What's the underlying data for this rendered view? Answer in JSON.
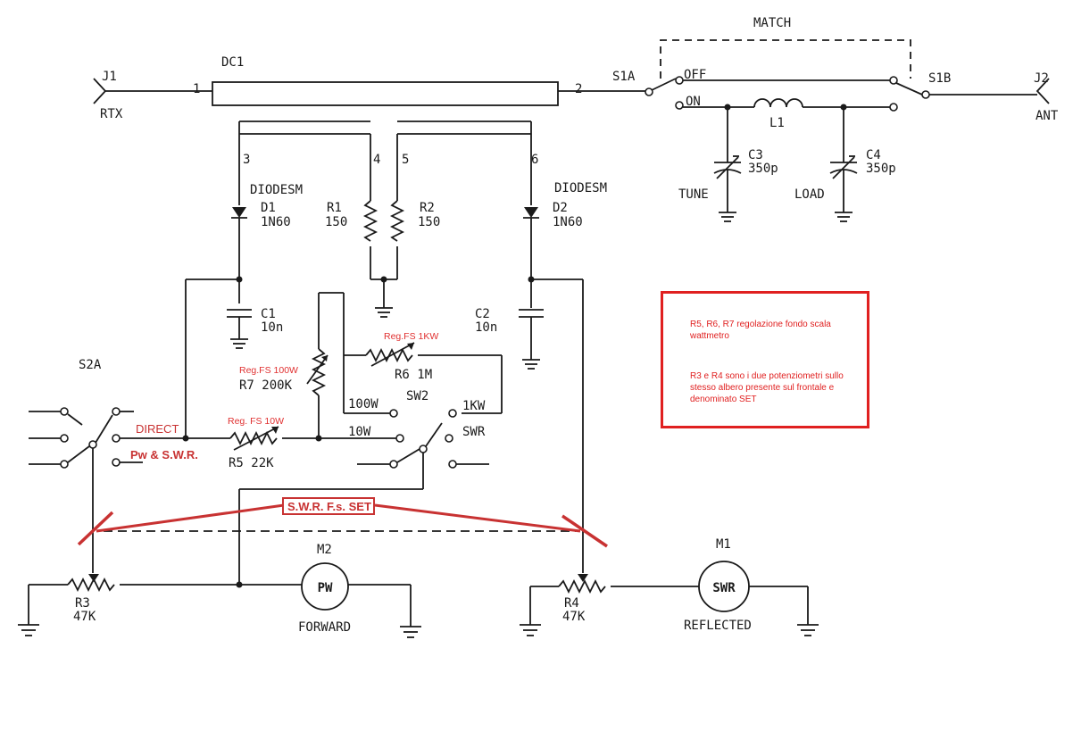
{
  "labels": {
    "j1": "J1",
    "rtx": "RTX",
    "dc1": "DC1",
    "pin1": "1",
    "pin2": "2",
    "pin3": "3",
    "pin4": "4",
    "pin5": "5",
    "pin6": "6",
    "s1a": "S1A",
    "s1b": "S1B",
    "match": "MATCH",
    "off": "OFF",
    "on": "ON",
    "l1": "L1",
    "j2": "J2",
    "ant": "ANT",
    "c3": "C3",
    "c3_val": "350p",
    "c4": "C4",
    "c4_val": "350p",
    "tune": "TUNE",
    "load": "LOAD",
    "diodesm1": "DIODESM",
    "d1": "D1",
    "d1_val": "1N60",
    "diodesm2": "DIODESM",
    "d2": "D2",
    "d2_val": "1N60",
    "r1": "R1",
    "r1_val": "150",
    "r2": "R2",
    "r2_val": "150",
    "c1": "C1",
    "c1_val": "10n",
    "c2": "C2",
    "c2_val": "10n",
    "s2a": "S2A",
    "sw2": "SW2",
    "r6": "R6 1M",
    "r7": "R7 200K",
    "r5": "R5 22K",
    "sw_100w": "100W",
    "sw_1kw": "1KW",
    "sw_10w": "10W",
    "sw_swr": "SWR",
    "m2": "M2",
    "pw": "PW",
    "forward": "FORWARD",
    "m1": "M1",
    "swr": "SWR",
    "reflected": "REFLECTED",
    "r3": "R3",
    "r3_val": "47K",
    "r4": "R4",
    "r4_val": "47K"
  },
  "annotations": {
    "reg_fs_1kw": "Reg.FS 1KW",
    "reg_fs_100w": "Reg.FS 100W",
    "reg_fs_10w": "Reg. FS 10W",
    "direct": "DIRECT",
    "pw_swr": "Pw & S.W.R.",
    "swr_fs_set": "S.W.R. F.s. SET"
  },
  "note": {
    "line1": "R5, R6, R7 regolazione fondo scala wattmetro",
    "line2": "R3 e R4 sono i due potenziometri sullo stesso albero presente sul frontale e denominato SET"
  },
  "colors": {
    "ink": "#1a1a1a",
    "annotation": "#c83232",
    "box": "#e02020"
  }
}
